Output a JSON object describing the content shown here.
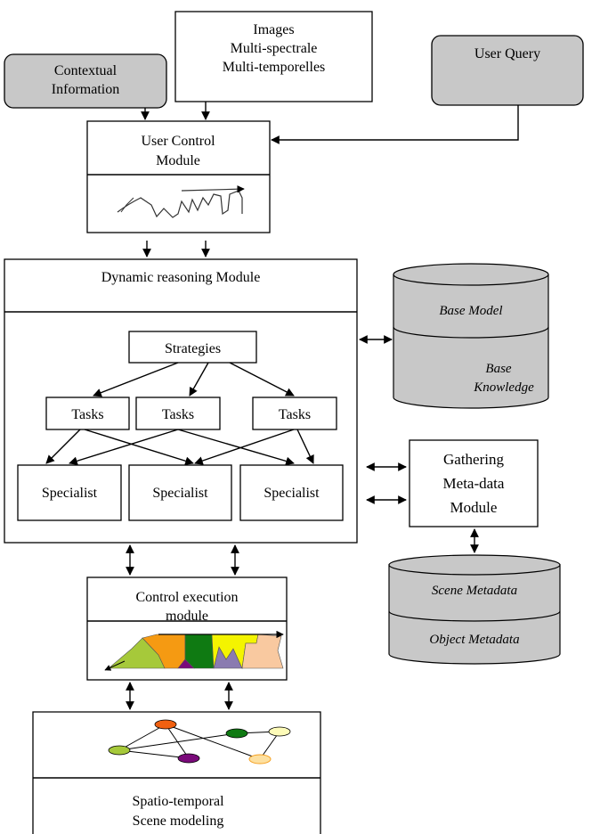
{
  "inputs": {
    "images": [
      "Images",
      "Multi-spectrale",
      "Multi-temporelles"
    ],
    "contextual": [
      "Contextual",
      "Information"
    ],
    "user_query": "User Query"
  },
  "user_control": [
    "User Control",
    "Module"
  ],
  "dynamic_reasoning": {
    "title": "Dynamic reasoning Module",
    "strategies": "Strategies",
    "tasks": [
      "Tasks",
      "Tasks",
      "Tasks"
    ],
    "specialists": [
      "Specialist",
      "Specialist",
      "Specialist"
    ]
  },
  "knowledge_db": {
    "top": "Base Model",
    "bottom": [
      "Base",
      "Knowledge"
    ]
  },
  "gathering": [
    "Gathering",
    "Meta-data",
    "Module"
  ],
  "metadata_db": {
    "top": "Scene Metadata",
    "bottom": "Object  Metadata"
  },
  "control_execution": [
    "Control execution",
    "module"
  ],
  "scene_modeling": [
    "Spatio-temporal",
    "Scene modeling"
  ],
  "colors": {
    "node_fill": "#c8c8c8",
    "region_green_light": "#a6c93a",
    "region_orange": "#f59a12",
    "region_green_dark": "#0f7a12",
    "region_yellow": "#f4f400",
    "region_peach": "#f9c9a0",
    "region_purple": "#7a0a7a",
    "region_lavender": "#8a7bb0"
  }
}
